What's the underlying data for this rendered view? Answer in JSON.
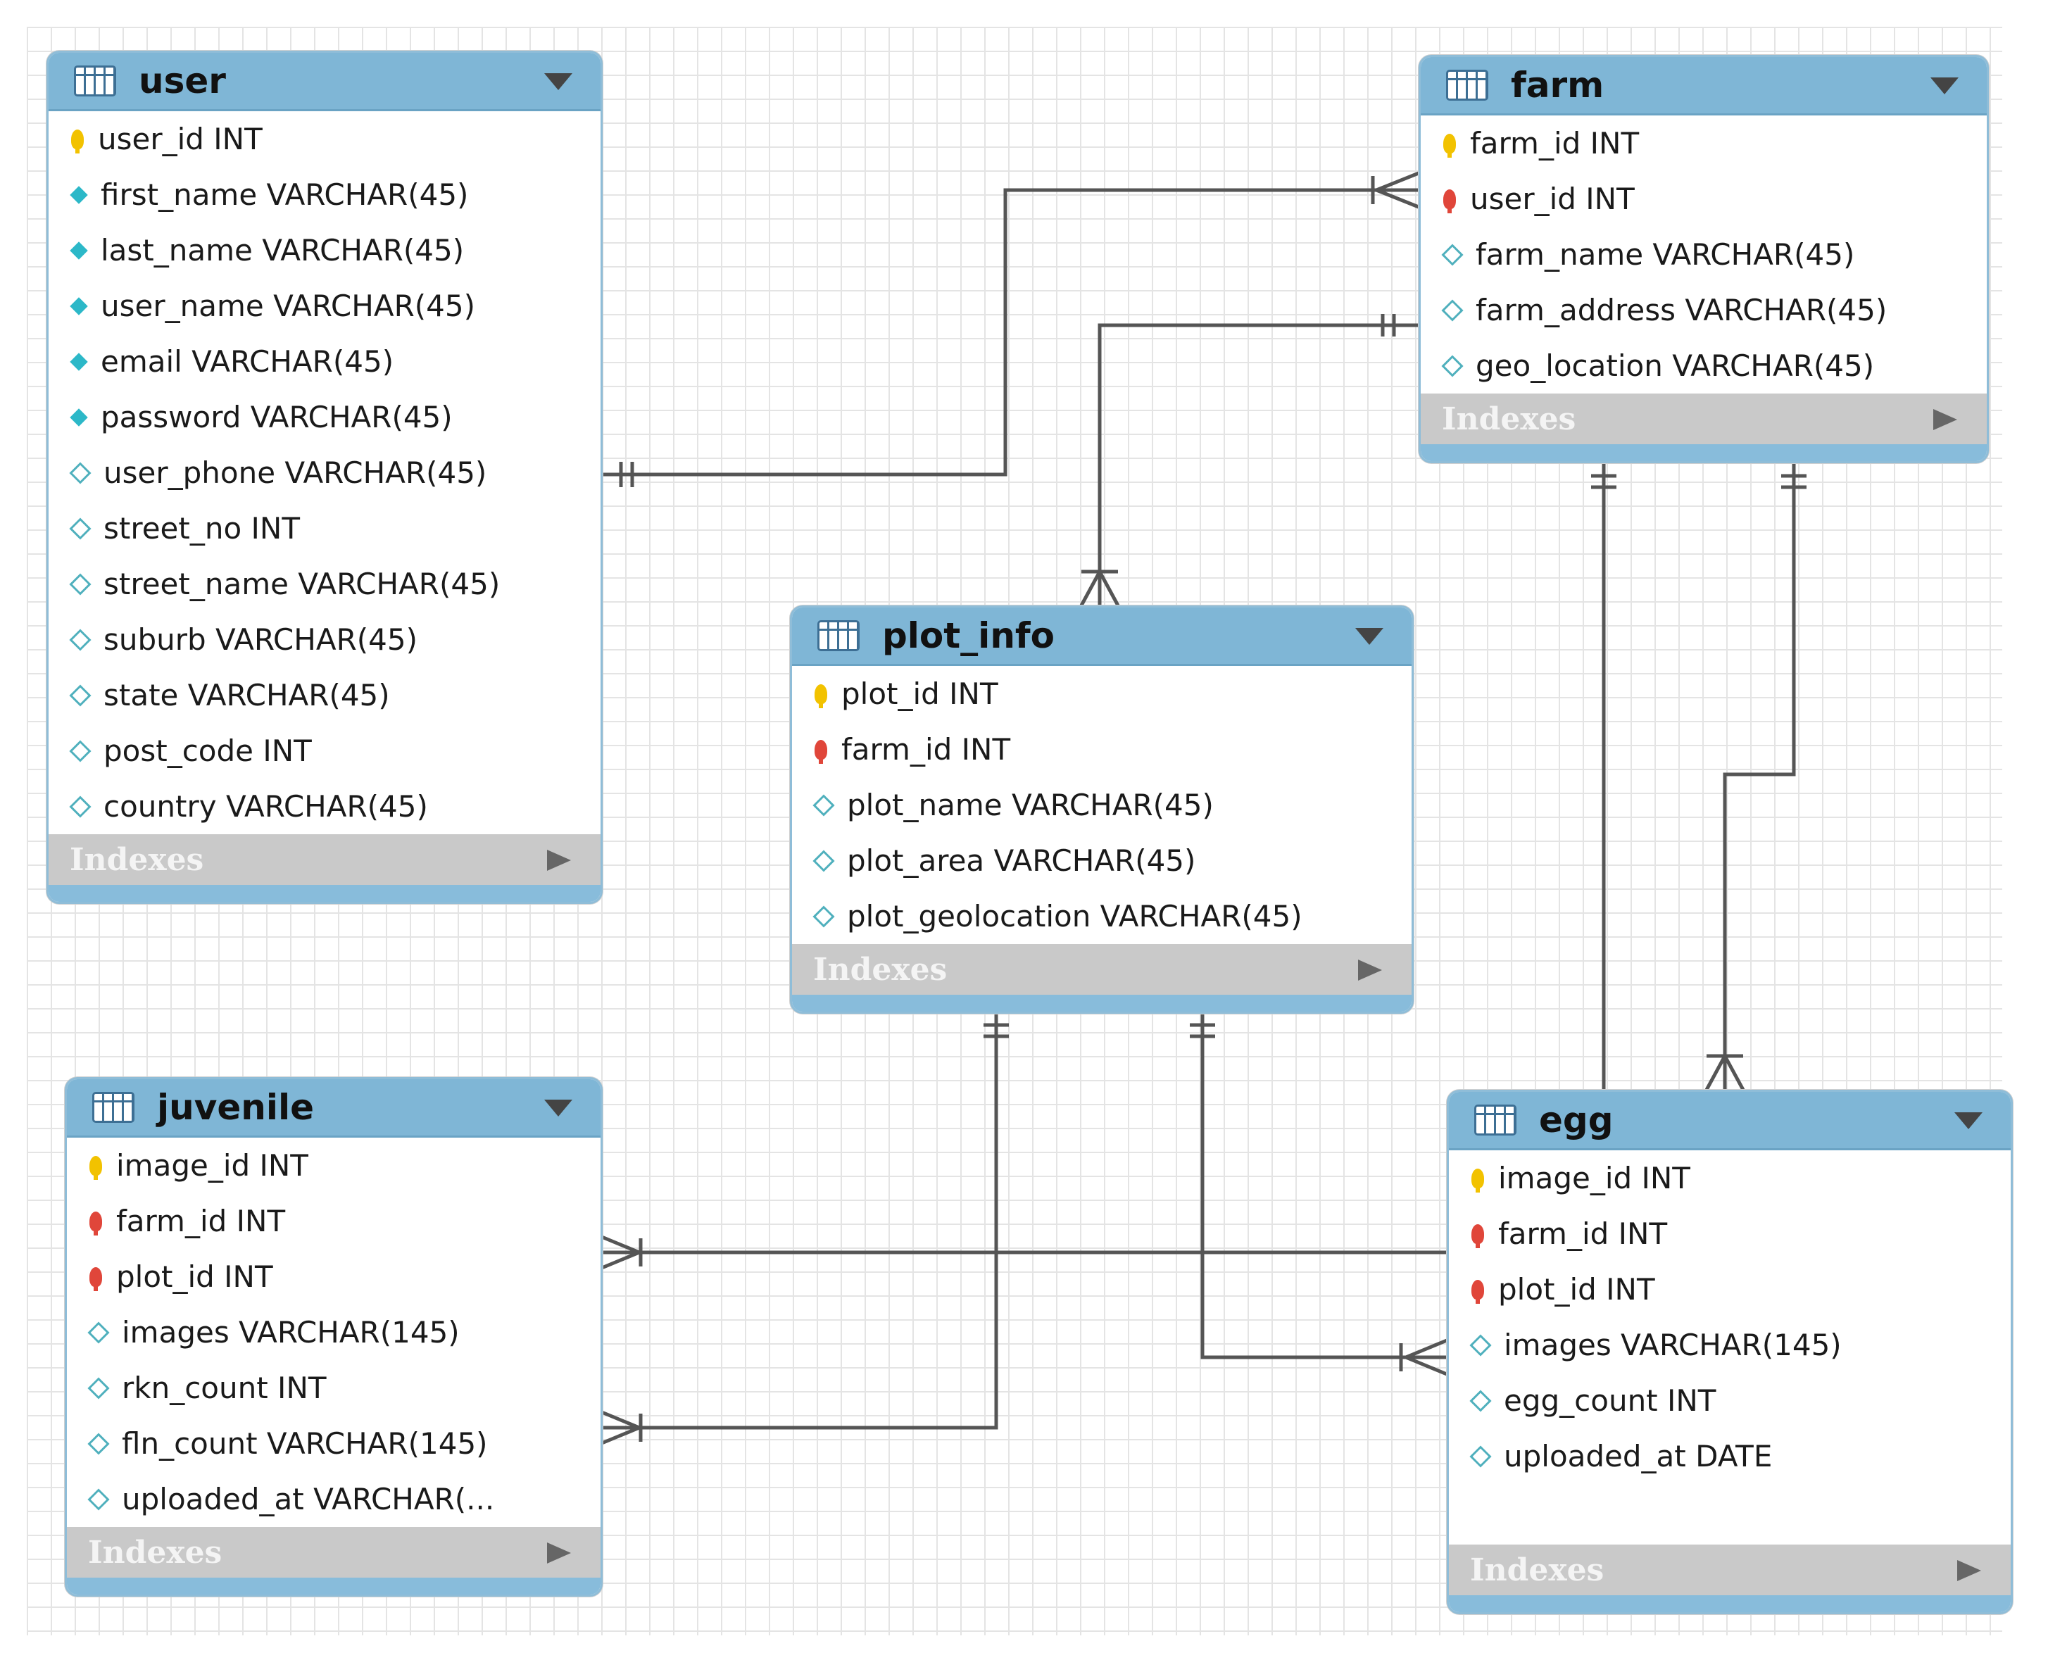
{
  "tables": {
    "user": {
      "title": "user",
      "columns": [
        {
          "key": "pk",
          "text": "user_id INT"
        },
        {
          "key": "nn",
          "text": "first_name VARCHAR(45)"
        },
        {
          "key": "nn",
          "text": "last_name VARCHAR(45)"
        },
        {
          "key": "nn",
          "text": "user_name VARCHAR(45)"
        },
        {
          "key": "nn",
          "text": "email VARCHAR(45)"
        },
        {
          "key": "nn",
          "text": "password VARCHAR(45)"
        },
        {
          "key": "nl",
          "text": "user_phone VARCHAR(45)"
        },
        {
          "key": "nl",
          "text": "street_no INT"
        },
        {
          "key": "nl",
          "text": "street_name VARCHAR(45)"
        },
        {
          "key": "nl",
          "text": "suburb VARCHAR(45)"
        },
        {
          "key": "nl",
          "text": "state VARCHAR(45)"
        },
        {
          "key": "nl",
          "text": "post_code INT"
        },
        {
          "key": "nl",
          "text": "country VARCHAR(45)"
        }
      ],
      "footer": "Indexes"
    },
    "farm": {
      "title": "farm",
      "columns": [
        {
          "key": "pk",
          "text": "farm_id INT"
        },
        {
          "key": "fk",
          "text": "user_id INT"
        },
        {
          "key": "nl",
          "text": "farm_name VARCHAR(45)"
        },
        {
          "key": "nl",
          "text": "farm_address VARCHAR(45)"
        },
        {
          "key": "nl",
          "text": "geo_location VARCHAR(45)"
        }
      ],
      "footer": "Indexes"
    },
    "plot_info": {
      "title": "plot_info",
      "columns": [
        {
          "key": "pk",
          "text": "plot_id INT"
        },
        {
          "key": "fk",
          "text": "farm_id INT"
        },
        {
          "key": "nl",
          "text": "plot_name VARCHAR(45)"
        },
        {
          "key": "nl",
          "text": "plot_area VARCHAR(45)"
        },
        {
          "key": "nl",
          "text": "plot_geolocation VARCHAR(45)"
        }
      ],
      "footer": "Indexes"
    },
    "juvenile": {
      "title": "juvenile",
      "columns": [
        {
          "key": "pk",
          "text": "image_id INT"
        },
        {
          "key": "fk",
          "text": "farm_id INT"
        },
        {
          "key": "fk",
          "text": "plot_id INT"
        },
        {
          "key": "nl",
          "text": "images VARCHAR(145)"
        },
        {
          "key": "nl",
          "text": "rkn_count INT"
        },
        {
          "key": "nl",
          "text": "fln_count VARCHAR(145)"
        },
        {
          "key": "nl",
          "text": "uploaded_at VARCHAR(..."
        }
      ],
      "footer": "Indexes"
    },
    "egg": {
      "title": "egg",
      "columns": [
        {
          "key": "pk",
          "text": "image_id INT"
        },
        {
          "key": "fk",
          "text": "farm_id INT"
        },
        {
          "key": "fk",
          "text": "plot_id INT"
        },
        {
          "key": "nl",
          "text": "images VARCHAR(145)"
        },
        {
          "key": "nl",
          "text": "egg_count INT"
        },
        {
          "key": "nl",
          "text": "uploaded_at DATE"
        }
      ],
      "footer": "Indexes"
    }
  },
  "relationships": [
    {
      "from": "user",
      "to": "farm",
      "from_cardinality": "one",
      "to_cardinality": "one-or-many"
    },
    {
      "from": "farm",
      "to": "plot_info",
      "from_cardinality": "one",
      "to_cardinality": "many"
    },
    {
      "from": "farm",
      "to": "egg",
      "from_cardinality": "one",
      "to_cardinality": "one"
    },
    {
      "from": "farm",
      "to": "egg",
      "from_cardinality": "one",
      "to_cardinality": "many"
    },
    {
      "from": "plot_info",
      "to": "juvenile",
      "from_cardinality": "one",
      "to_cardinality": "one-or-many"
    },
    {
      "from": "plot_info",
      "to": "egg",
      "from_cardinality": "one",
      "to_cardinality": "one-or-many"
    },
    {
      "from": "egg",
      "to": "juvenile",
      "from_cardinality": "one",
      "to_cardinality": "one-or-many"
    }
  ],
  "colors": {
    "header": "#7fb6d6",
    "footer": "#c9c9c9",
    "primary_key_icon": "#f2c200",
    "foreign_key_icon": "#e0463a",
    "not_null_icon": "#2cb8c8",
    "nullable_icon": "#4fb0bd",
    "connector": "#555555"
  },
  "icons": {
    "table": "table-grid-icon",
    "primary_key": "key-icon",
    "foreign_key": "foreign-key-icon",
    "not_null": "filled-diamond-icon",
    "nullable": "hollow-diamond-icon"
  }
}
